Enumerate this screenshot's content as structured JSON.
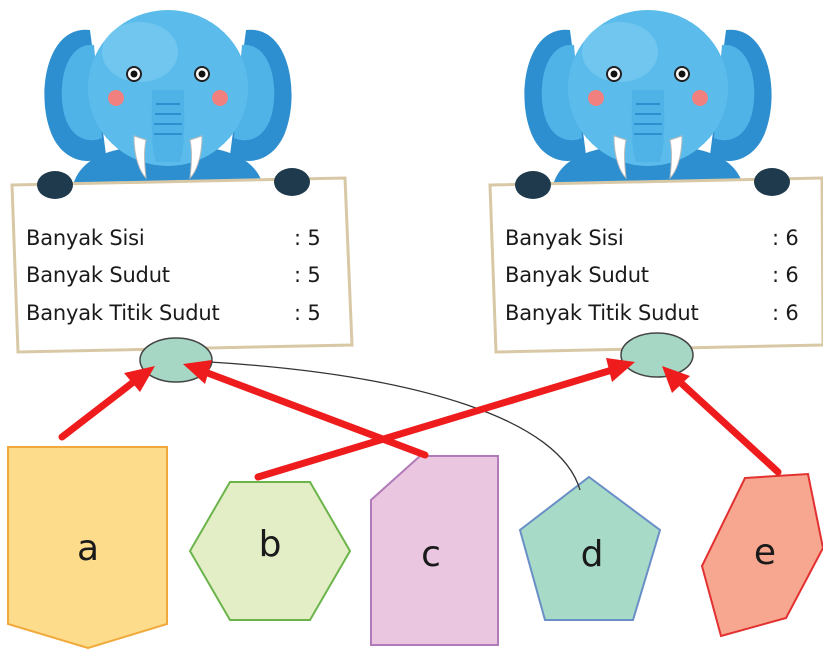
{
  "boards": [
    {
      "rows": [
        {
          "label": "Banyak Sisi",
          "value": ": 5"
        },
        {
          "label": "Banyak Sudut",
          "value": ": 5"
        },
        {
          "label": "Banyak Titik Sudut",
          "value": ": 5"
        }
      ]
    },
    {
      "rows": [
        {
          "label": "Banyak Sisi",
          "value": ": 6"
        },
        {
          "label": "Banyak Sudut",
          "value": ": 6"
        },
        {
          "label": "Banyak Titik Sudut",
          "value": ": 6"
        }
      ]
    }
  ],
  "shapes": [
    {
      "label": "a",
      "kind": "pentagon-tag",
      "fill": "#fddd8c",
      "stroke": "#f2a93b"
    },
    {
      "label": "b",
      "kind": "hexagon",
      "fill": "#e4eec6",
      "stroke": "#6bb44a"
    },
    {
      "label": "c",
      "kind": "pentagon-cut",
      "fill": "#ebc6e0",
      "stroke": "#b07bb8"
    },
    {
      "label": "d",
      "kind": "pentagon",
      "fill": "#a8dac8",
      "stroke": "#6a8fc7"
    },
    {
      "label": "e",
      "kind": "hexagon-irregular",
      "fill": "#f7a78f",
      "stroke": "#e33030"
    }
  ],
  "connections": [
    {
      "from": "a",
      "to_board": 1,
      "style": "red-arrow"
    },
    {
      "from": "b",
      "to_board": 2,
      "style": "red-arrow"
    },
    {
      "from": "c",
      "to_board": 1,
      "style": "red-arrow"
    },
    {
      "from": "d",
      "to_board": 1,
      "style": "thin-line"
    },
    {
      "from": "e",
      "to_board": 2,
      "style": "red-arrow"
    }
  ],
  "colors": {
    "arrow": "#ee1c1c",
    "connector_oval": "#a6d7c4",
    "elephant": "#4fb3e8",
    "elephant_dark": "#2d8fd0",
    "board_border": "#d9c8a6"
  }
}
